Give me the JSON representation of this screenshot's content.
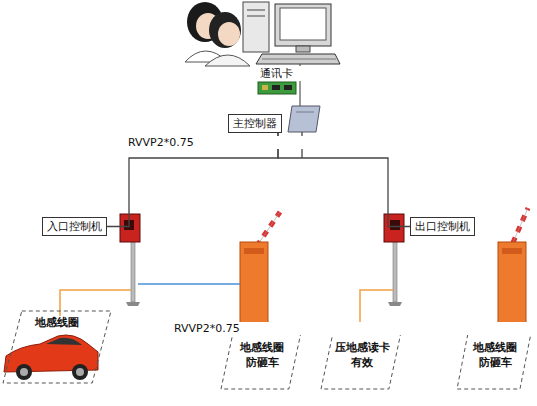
{
  "diagram": {
    "nodes": [
      {
        "text": [
          "主控制器"
        ]
      },
      {
        "text": [
          "入口控制机"
        ]
      },
      {
        "text": [
          "出口控制机"
        ]
      },
      {
        "text": [
          "地感线圈"
        ]
      },
      {
        "text": [
          "地感线圈",
          "防砸车"
        ]
      },
      {
        "text": [
          "压地感读卡有效"
        ]
      },
      {
        "text": [
          "地感线圈",
          "防砸车"
        ]
      }
    ],
    "edges": [
      {
        "from": 0,
        "to": 1,
        "arrow": "none"
      },
      {
        "from": 0,
        "to": 2,
        "arrow": "none"
      }
    ],
    "labels": [
      "通讯卡",
      "RVVP2*0.75",
      "RVVP2*0.75"
    ]
  }
}
